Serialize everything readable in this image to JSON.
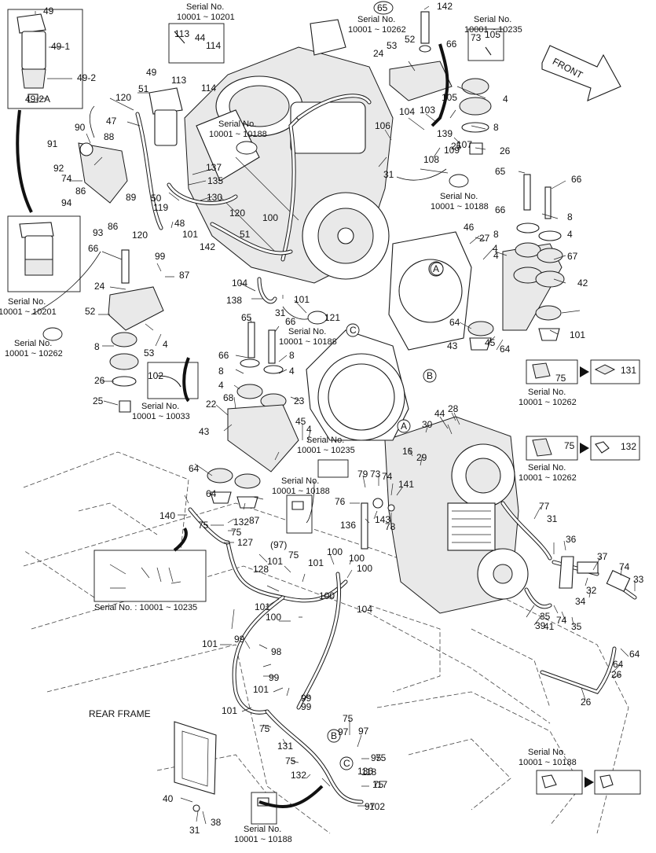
{
  "callouts": [
    "49",
    "49-1",
    "49-2",
    "49-2A",
    "113",
    "44",
    "114",
    "65",
    "142",
    "52",
    "53",
    "24",
    "66",
    "73",
    "105",
    "4",
    "8",
    "26",
    "120",
    "51",
    "47",
    "49",
    "113",
    "114",
    "90",
    "91",
    "88",
    "92",
    "74",
    "86",
    "89",
    "94",
    "93",
    "86",
    "137",
    "135",
    "130",
    "119",
    "50",
    "48",
    "120",
    "104",
    "103",
    "105",
    "107",
    "139",
    "109",
    "108",
    "106",
    "31",
    "25",
    "65",
    "66",
    "66",
    "8",
    "8",
    "4",
    "4",
    "67",
    "42",
    "46",
    "27",
    "4",
    "64",
    "43",
    "45",
    "64",
    "101",
    "99",
    "87",
    "104",
    "138",
    "101",
    "31",
    "121",
    "51",
    "120",
    "100",
    "101",
    "142",
    "66",
    "24",
    "52",
    "53",
    "4",
    "8",
    "26",
    "25",
    "65",
    "66",
    "66",
    "8",
    "8",
    "4",
    "4",
    "23",
    "22",
    "68",
    "43",
    "45",
    "4",
    "64",
    "64",
    "87",
    "102",
    "28",
    "30",
    "44",
    "16",
    "29",
    "77",
    "79",
    "73",
    "74",
    "141",
    "76",
    "143",
    "78",
    "136",
    "140",
    "75",
    "132",
    "75",
    "127",
    "75",
    "101",
    "100",
    "101",
    "100",
    "128",
    "100",
    "101",
    "100",
    "104",
    "100",
    "101",
    "99",
    "98",
    "99",
    "101",
    "101",
    "99",
    "99",
    "75",
    "131",
    "75",
    "132",
    "75",
    "97",
    "95",
    "118",
    "117",
    "102",
    "40",
    "31",
    "38",
    "31",
    "36",
    "37",
    "74",
    "33",
    "32",
    "34",
    "35",
    "41",
    "74",
    "35",
    "39",
    "64",
    "64",
    "26",
    "26",
    "131",
    "75",
    "132",
    "75",
    "97",
    "75",
    "136",
    "75",
    "97"
  ],
  "serial_notes": [
    {
      "line1": "Serial No.",
      "line2": "10001 ~ 10201"
    },
    {
      "line1": "Serial No.",
      "line2": "10001 ~ 10262"
    },
    {
      "line1": "Serial No.",
      "line2": "10001 ~ 10235"
    },
    {
      "line1": "Serial No.",
      "line2": "10001 ~ 10188"
    },
    {
      "line1": "Serial No.",
      "line2": "10001 ~ 10188"
    },
    {
      "line1": "Serial No.",
      "line2": "10001 ~ 10201"
    },
    {
      "line1": "Serial No.",
      "line2": "10001 ~ 10262"
    },
    {
      "line1": "Serial No.",
      "line2": "10001 ~ 10188"
    },
    {
      "line1": "Serial No.",
      "line2": "10001 ~ 10033"
    },
    {
      "line1": "Serial No.",
      "line2": "10001 ~ 10235"
    },
    {
      "line1": "Serial No.",
      "line2": "10001 ~ 10188"
    },
    {
      "line1": "Serial No.",
      "line2": "10001 ~ 10262"
    },
    {
      "line1": "Serial No.",
      "line2": "10001 ~ 10262"
    },
    {
      "line1": "Serial No. : 10001 ~ 10235",
      "line2": ""
    },
    {
      "line1": "Serial No.",
      "line2": "10001 ~ 10188"
    },
    {
      "line1": "Serial No.",
      "line2": "10001 ~ 10188"
    }
  ],
  "markers": {
    "A": "A",
    "B": "B",
    "C": "C"
  },
  "front_label": "FRONT",
  "rear_frame_label": "REAR FRAME",
  "paren_label": "(97)"
}
